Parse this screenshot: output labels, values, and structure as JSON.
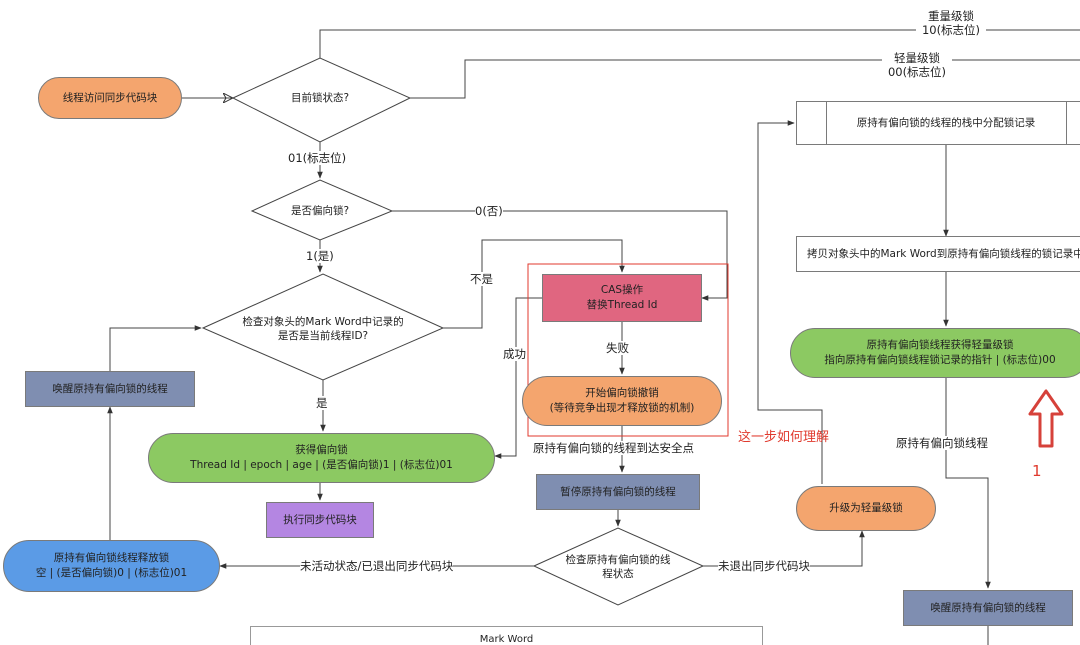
{
  "nodes": {
    "thread_access": "线程访问同步代码块",
    "current_lock_state": "目前锁状态?",
    "is_biased": "是否偏向锁?",
    "check_mark_word": "检查对象头的Mark Word中记录的\n是否是当前线程ID?",
    "cas_op": "CAS操作\n替换Thread Id",
    "start_revoke": "开始偏向锁撤销\n(等待竞争出现才释放锁的机制)",
    "get_biased": "获得偏向锁\nThread Id | epoch | age | (是否偏向锁)1 | (标志位)01",
    "exec_sync": "执行同步代码块",
    "wake_holder_left": "唤醒原持有偏向锁的线程",
    "holder_release": "原持有偏向锁线程释放锁\n空 | (是否偏向锁)0 | (标志位)01",
    "pause_holder": "暂停原持有偏向锁的线程",
    "check_holder_state": "检查原持有偏向锁的线\n程状态",
    "upgrade_light": "升级为轻量级锁",
    "alloc_lock_record": "原持有偏向锁的线程的栈中分配锁记录",
    "copy_mark_word": "拷贝对象头中的Mark Word到原持有偏向锁线程的锁记录中",
    "holder_gets_light": "原持有偏向锁线程获得轻量级锁\n指向原持有偏向锁线程锁记录的指针 | (标志位)00",
    "wake_holder_right": "唤醒原持有偏向锁的线程",
    "mark_word": "Mark Word"
  },
  "labels": {
    "heavy": "重量级锁\n10(标志位)",
    "light": "轻量级锁\n00(标志位)",
    "flag01": "01(标志位)",
    "no0": "0(否)",
    "yes1": "1(是)",
    "not_is": "不是",
    "is": "是",
    "success": "成功",
    "fail": "失败",
    "reach_safepoint": "原持有偏向锁的线程到达安全点",
    "inactive_exited": "未活动状态/已退出同步代码块",
    "not_exited": "未退出同步代码块",
    "holder_thread": "原持有偏向锁线程"
  },
  "annotations": {
    "question": "这一步如何理解",
    "marker": "1"
  },
  "colors": {
    "orange": "#f4a56e",
    "green": "#8cc962",
    "blue": "#5b9be6",
    "slate": "#7f8eb1",
    "purple": "#b486e2",
    "red": "#e06680",
    "annotation": "#e03a2e"
  }
}
